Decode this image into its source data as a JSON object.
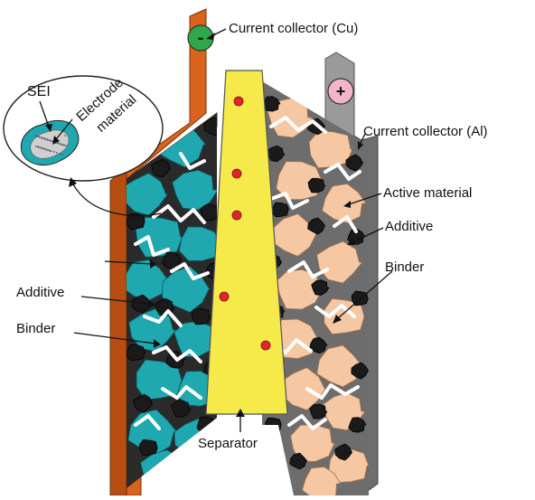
{
  "labels": {
    "current_collector_cu": "Current collector (Cu)",
    "current_collector_al": "Current collector (Al)",
    "sei": "SEI",
    "electrode_material": "Electrode\nmaterial",
    "electrode_line1": "Electrode",
    "electrode_line2": "material",
    "active_material": "Active material",
    "additive_right": "Additive",
    "binder_right": "Binder",
    "additive_left": "Additive",
    "binder_left": "Binder",
    "separator": "Separator"
  },
  "terminals": {
    "negative": "-",
    "positive": "+"
  },
  "colors": {
    "cu_collector": "#d9631c",
    "al_collector": "#8c8c8c",
    "anode_particle": "#1fa8b0",
    "cathode_particle": "#f5c7a3",
    "separator": "#f5ea4a",
    "additive": "#1a1a1a",
    "binder": "#ffffff",
    "ion": "#e0252d",
    "neg_terminal": "#2fa84a",
    "pos_terminal": "#f3b6c8"
  }
}
